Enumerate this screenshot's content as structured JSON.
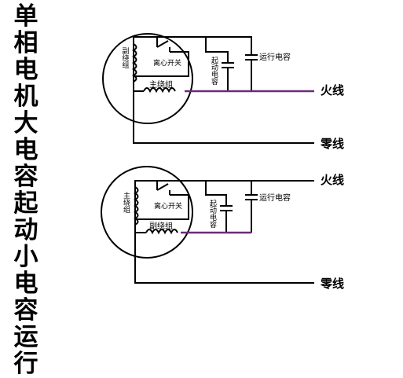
{
  "title_chars": [
    "单",
    "相",
    "电",
    "机",
    "大",
    "电",
    "容",
    "起",
    "动",
    "小",
    "电",
    "容",
    "运",
    "行"
  ],
  "labels": {
    "aux_winding": "副绕组",
    "main_winding": "主绕组",
    "centrifugal_switch": "离心开关",
    "start_capacitor": "起动电容",
    "run_capacitor": "运行电容",
    "live": "火线",
    "neutral": "零线"
  },
  "colors": {
    "line": "#000000",
    "live_wire": "#6a2c7a"
  }
}
